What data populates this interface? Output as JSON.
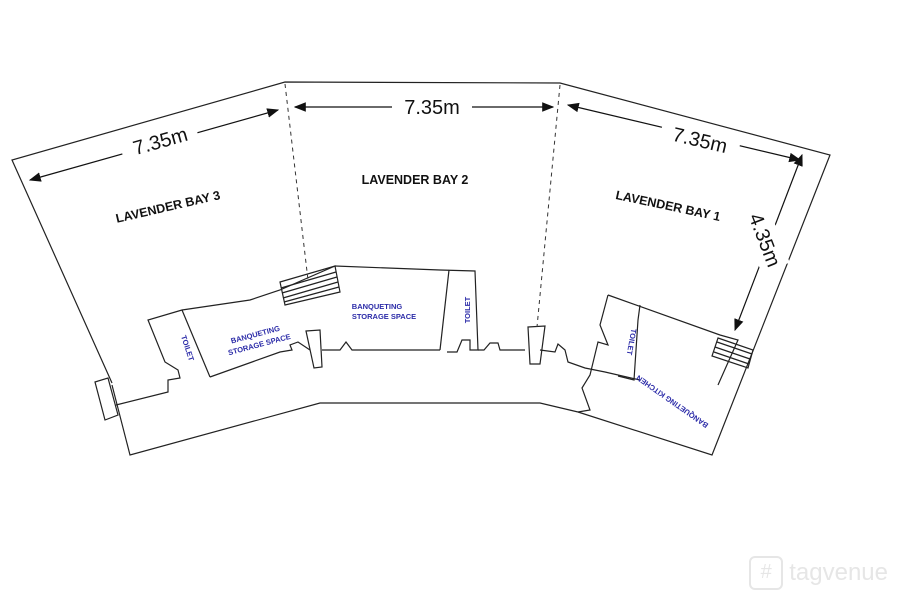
{
  "floorplan": {
    "dimensions": {
      "bay3_width": "7.35m",
      "bay2_width": "7.35m",
      "bay1_width": "7.35m",
      "bay1_depth": "4.35m"
    },
    "bays": {
      "bay3": "LAVENDER BAY 3",
      "bay2": "LAVENDER BAY 2",
      "bay1": "LAVENDER BAY 1"
    },
    "rooms": {
      "toilet_left": "TOILET",
      "storage_left_line1": "BANQUETING",
      "storage_left_line2": "STORAGE SPACE",
      "storage_center_line1": "BANQUETING",
      "storage_center_line2": "STORAGE SPACE",
      "toilet_center": "TOILET",
      "toilet_right": "TOILET",
      "kitchen": "BANQUETING KITCHEN"
    }
  },
  "watermark": {
    "text": "tagvenue"
  }
}
